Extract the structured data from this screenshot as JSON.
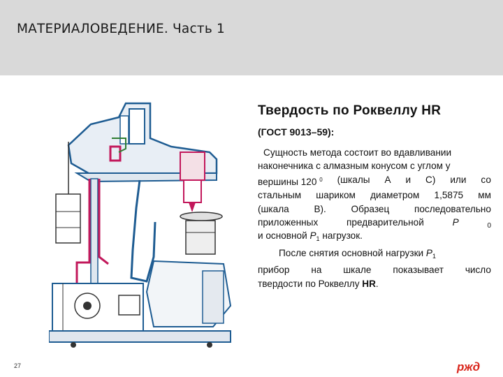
{
  "header": {
    "title": "МАТЕРИАЛОВЕДЕНИЕ. Часть 1"
  },
  "content": {
    "title": "Твердость по Роквеллу HR",
    "subtitle": "(ГОСТ 9013–59):",
    "lines": {
      "l1": "Сущность метода состоит во вдавливании",
      "l2": "наконечника с алмазным конусом с углом у",
      "l3a": "вершины 120",
      "l3sup": "0",
      "l3b": "(шкалы",
      "l3c": "A",
      "l3d": "и",
      "l3e": "C)",
      "l3f": "или",
      "l3g": "со",
      "l4a": "стальным",
      "l4b": "шариком",
      "l4c": "диаметром",
      "l4d": "1,5875",
      "l4e": "мм",
      "l5a": "(шкала",
      "l5b": "B).",
      "l5c": "Образец",
      "l5d": "последовательно",
      "l6a": "приложенных",
      "l6b": "предварительной",
      "l6c": "P",
      "l6d": "0",
      "l7a": "и основной ",
      "l7b": "P",
      "l7c": "1",
      "l7d": " нагрузок.",
      "l8a": "После снятия основной нагрузки ",
      "l8b": "P",
      "l8c": "1",
      "l9a": "прибор",
      "l9b": "на",
      "l9c": "шкале",
      "l9d": "показывает",
      "l9e": "число",
      "l10a": "твердости по Роквеллу ",
      "l10b": "HR",
      "l10c": "."
    }
  },
  "footer": {
    "page_number": "27",
    "logo_text": "ржд"
  },
  "colors": {
    "header_bg": "#d9d9d9",
    "machine_blue": "#1e5c92",
    "pink_mechanism": "#c2185b",
    "logo_red": "#d9261c"
  },
  "icons": {
    "diagram": "rockwell-hardness-tester-diagram",
    "logo": "rzd-logo-icon"
  }
}
